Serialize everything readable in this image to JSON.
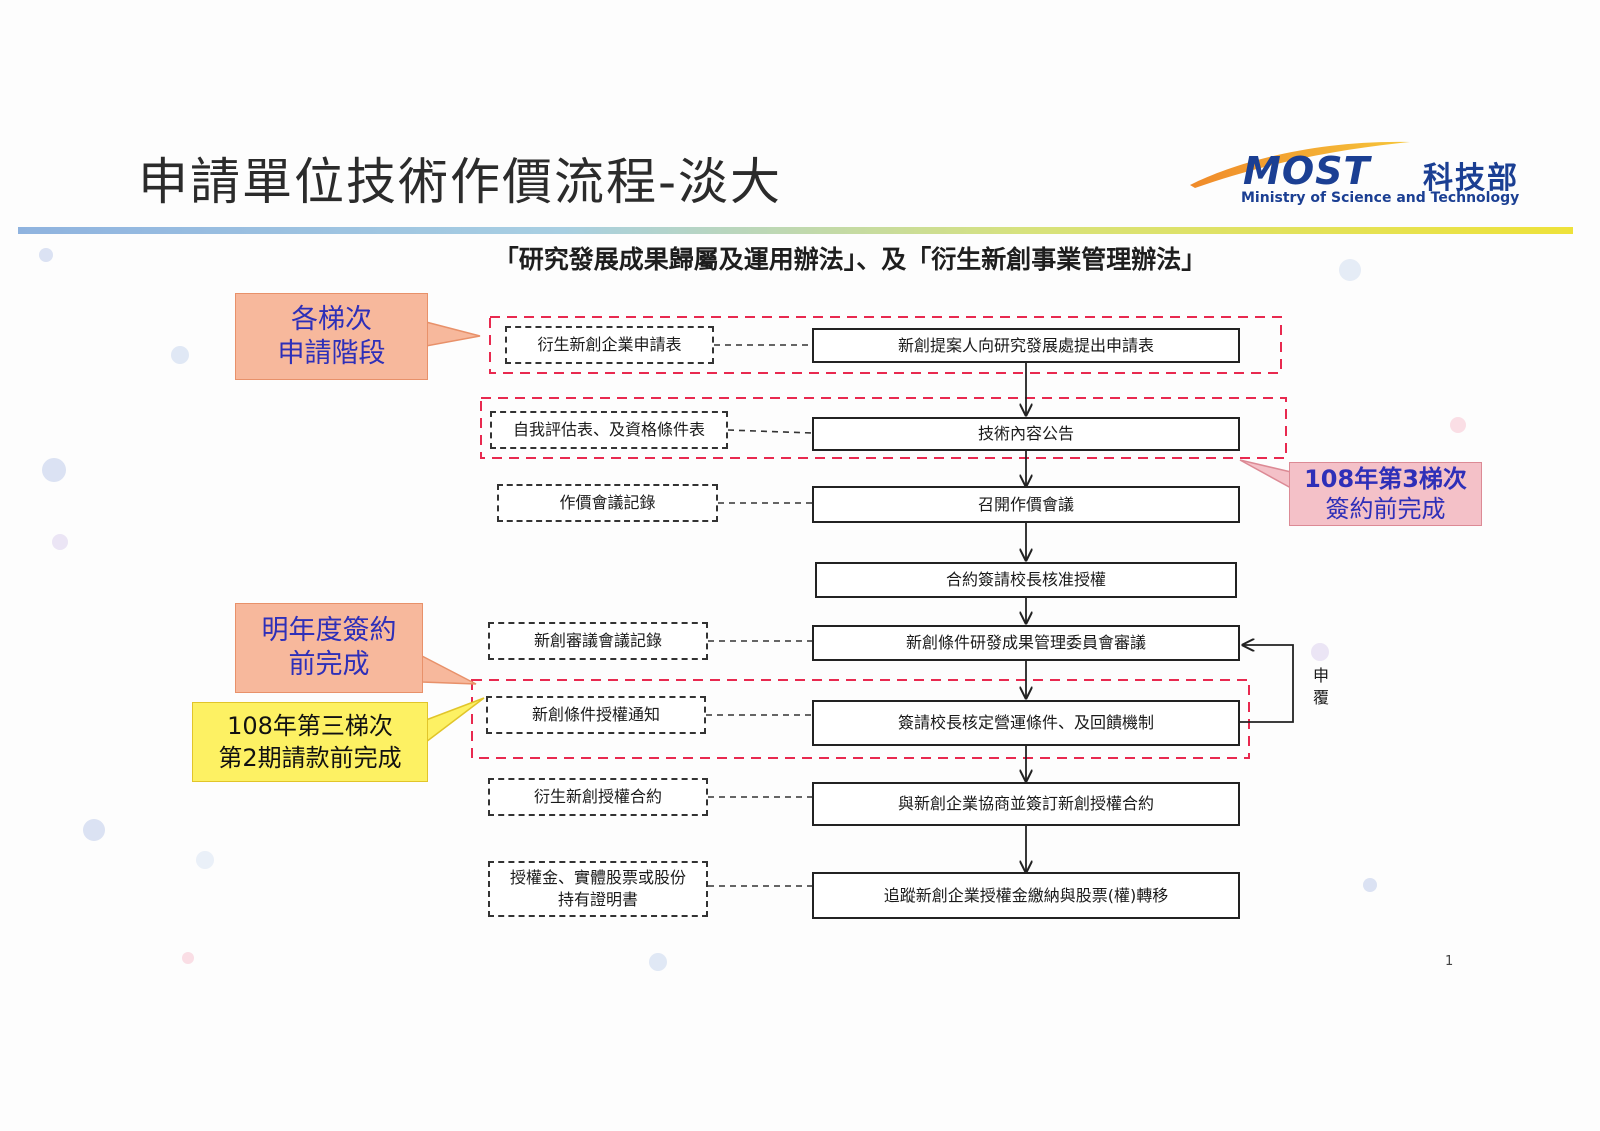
{
  "page": {
    "title": "申請單位技術作價流程-淡大",
    "subtitle": "「研究發展成果歸屬及運用辦法」、及「衍生新創事業管理辦法」",
    "page_number": "1"
  },
  "logo": {
    "brand": "MOST",
    "cn_name": "科技部",
    "en_name": "Ministry of Science and Technology"
  },
  "flow": {
    "steps": [
      {
        "label": "新創提案人向研究發展處提出申請表"
      },
      {
        "label": "技術內容公告"
      },
      {
        "label": "召開作價會議"
      },
      {
        "label": "合約簽請校長核准授權"
      },
      {
        "label": "新創條件研發成果管理委員會審議"
      },
      {
        "label": "簽請校長核定營運條件、及回饋機制"
      },
      {
        "label": "與新創企業協商並簽訂新創授權合約"
      },
      {
        "label": "追蹤新創企業授權金繳納與股票(權)轉移"
      }
    ],
    "documents": [
      {
        "label": "衍生新創企業申請表"
      },
      {
        "label": "自我評估表、及資格條件表"
      },
      {
        "label": "作價會議記錄"
      },
      {
        "label": "新創審議會議記錄"
      },
      {
        "label": "新創條件授權通知"
      },
      {
        "label": "衍生新創授權合約"
      },
      {
        "label_line1": "授權金、實體股票或股份",
        "label_line2": "持有證明書"
      }
    ],
    "return_label": "申覆"
  },
  "notes": {
    "stage": {
      "line1": "各梯次",
      "line2": "申請階段"
    },
    "stage3": {
      "line1": "108年第3梯次",
      "line2": "簽約前完成"
    },
    "next_year": {
      "line1": "明年度簽約",
      "line2": "前完成"
    },
    "third_batch": {
      "line1": "108年第三梯次",
      "line2": "第2期請款前完成"
    }
  },
  "colors": {
    "accent_blue": "#2e2fb8",
    "dashed_red": "#e8294f",
    "note_orange": "#f7b89c",
    "note_pink": "#f4c1c8",
    "note_yellow": "#fdf163",
    "logo_blue": "#1b3f93"
  }
}
